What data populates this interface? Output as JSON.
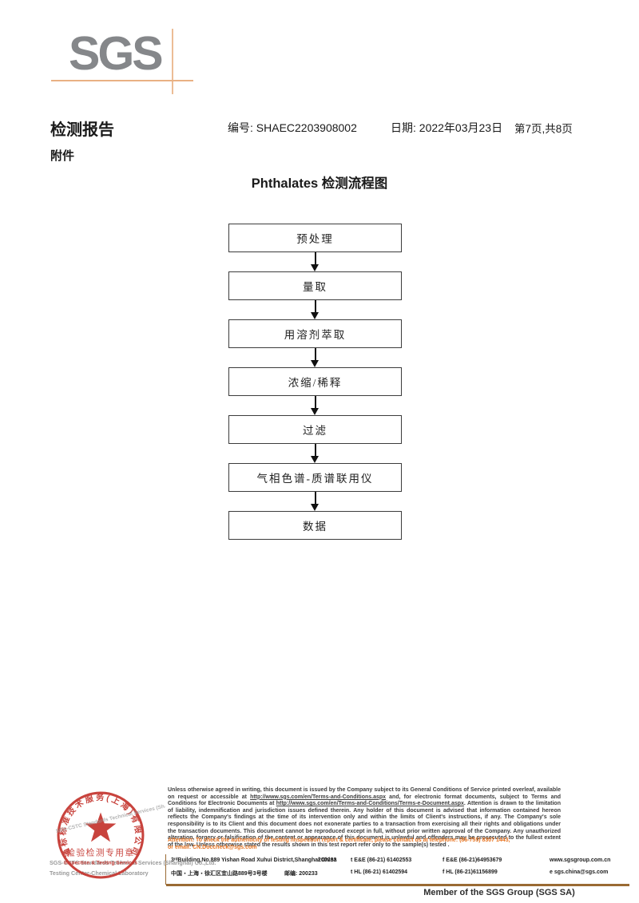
{
  "colors": {
    "logo_gray": "#85878a",
    "crosshair_tan": "#e9b184",
    "attention_orange": "#e87420",
    "rule_brown": "#9a6a33",
    "stamp_red": "#c4342d"
  },
  "header": {
    "logo_text": "SGS",
    "report_title": "检测报告",
    "report_no": "编号: SHAEC2203908002",
    "date": "日期: 2022年03月23日",
    "page": "第7页,共8页",
    "attachment_label": "附件"
  },
  "flowchart": {
    "title": "Phthalates 检测流程图",
    "steps": [
      "预处理",
      "量取",
      "用溶剂萃取",
      "浓缩/稀释",
      "过滤",
      "气相色谱-质谱联用仪",
      "数据"
    ]
  },
  "footer": {
    "legal": {
      "part1": "Unless otherwise agreed in writing, this document is issued by the Company subject to its General Conditions of Service printed overleaf, available on request or accessible at ",
      "link1": "http://www.sgs.com/en/Terms-and-Conditions.aspx",
      "part2": " and, for electronic format documents, subject to Terms and Conditions for Electronic Documents at ",
      "link2": "http://www.sgs.com/en/Terms-and-Conditions/Terms-e-Document.aspx",
      "part3": ". Attention is drawn to the limitation of liability, indemnification and jurisdiction issues defined therein. Any holder of this document is advised that information contained hereon reflects the Company's findings at the time of its intervention only and within the limits of Client's instructions, if any. The Company's sole responsibility is to its Client and this document does not exonerate parties to a transaction from exercising all their rights and obligations under the transaction documents. This document cannot be reproduced except in full, without prior written approval of the Company. Any unauthorized alteration, forgery or falsification of the content or appearance of this document is unlawful and offenders may be prosecuted to the fullest extent of the law. Unless otherwise stated the results shown in this test report refer only to the sample(s) tested ."
    },
    "attention_line1": "Attention: To check the authenticity of testing /inspection report & certificate, please contact us at telephone: (86-755) 8307 1443,",
    "attention_line2": "or email: CN.Doccheck@sgs.com",
    "stamp": {
      "ring_text": "通标标准技术服务(上海)有限公司",
      "center_cn": "检验检测专用章",
      "center_en": "Inspection & Testing Services"
    },
    "company_line1": "SGS-CSTC Standards Technical Services (Shanghai) Co.,Ltd.",
    "company_line2": "Testing Center-Chemical Laboratory",
    "address": {
      "en": "3ʳᵈBuilding,No.889 Yishan Road Xuhui District,Shanghai China",
      "en_postcode": "200233",
      "cn": "中国・上海・徐汇区宜山路889号3号楼",
      "cn_postcode": "邮编: 200233",
      "tel1": "t E&E (86-21) 61402553",
      "fax1": "f E&E (86-21)64953679",
      "web": "www.sgsgroup.com.cn",
      "tel2": "t HL (86-21) 61402594",
      "fax2": "f HL (86-21)61156899",
      "email": "e  sgs.china@sgs.com"
    },
    "member_text": "Member of the SGS Group (SGS SA)"
  }
}
